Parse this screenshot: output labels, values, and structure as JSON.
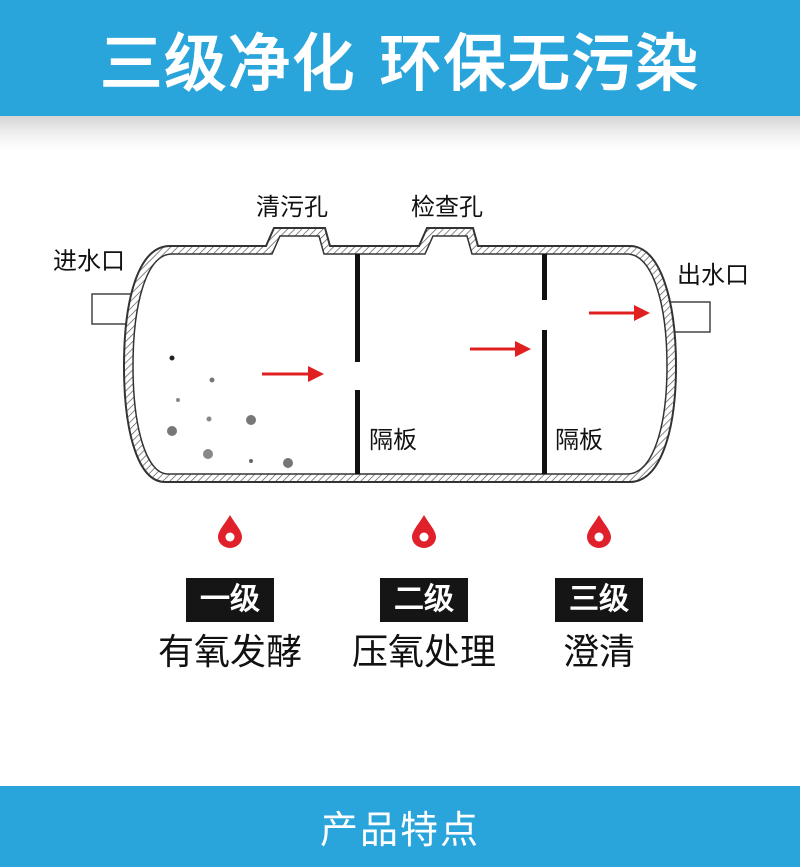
{
  "header": {
    "title": "三级净化 环保无污染"
  },
  "diagram": {
    "labels": {
      "cleanout_port": "清污孔",
      "inspection_port": "检查孔",
      "inlet": "进水口",
      "outlet": "出水口",
      "baffle_1": "隔板",
      "baffle_2": "隔板"
    },
    "stages": [
      {
        "badge": "一级",
        "description": "有氧发酵"
      },
      {
        "badge": "二级",
        "description": "压氧处理"
      },
      {
        "badge": "三级",
        "description": "澄清"
      }
    ],
    "colors": {
      "accent_blue": "#2aa5db",
      "arrow_red": "#e02020",
      "badge_bg": "#151515",
      "drop_red": "#e0202a"
    }
  },
  "footer": {
    "title": "产品特点"
  }
}
